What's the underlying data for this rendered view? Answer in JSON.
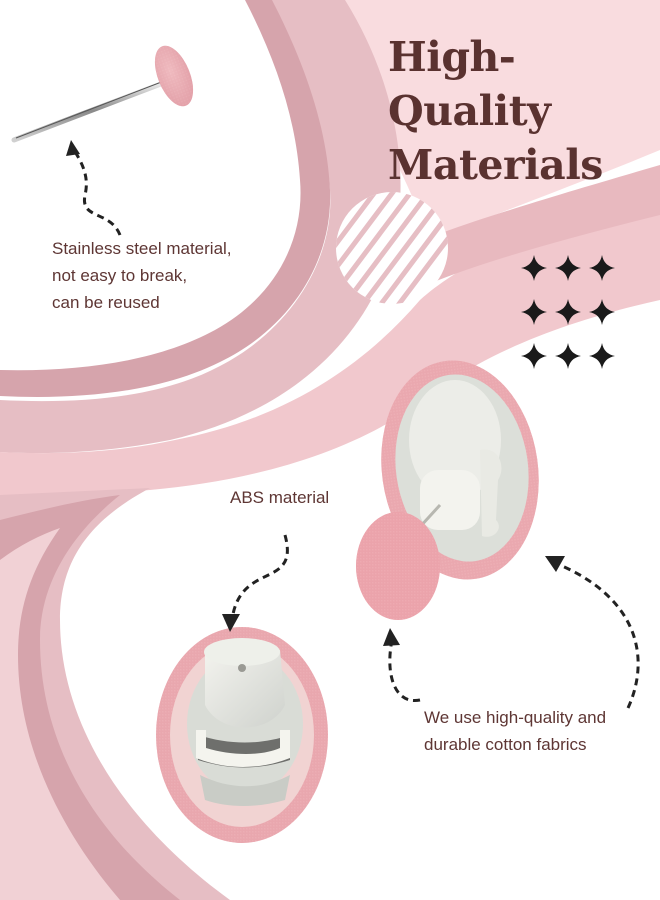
{
  "title": {
    "line1": "High-Quality",
    "line2": "Materials"
  },
  "callouts": {
    "steel": {
      "line1": "Stainless steel material,",
      "line2": "not easy to break,",
      "line3": "can be reused"
    },
    "abs": {
      "line1": "ABS material"
    },
    "fabric": {
      "line1": "We use high-quality and",
      "line2": "durable cotton fabrics"
    }
  },
  "colors": {
    "background": "#ffffff",
    "light_pink": "#f9dcdf",
    "mid_pink": "#e6bec4",
    "dark_pink": "#d6a4ac",
    "fabric_pink": "#ecaab0",
    "title_brown": "#5a3230",
    "text_brown": "#5e3634",
    "sparkle": "#1a1a1a"
  },
  "icons": [
    "curved-arrow-icon",
    "sparkle-icon",
    "diagonal-stripes-icon"
  ]
}
